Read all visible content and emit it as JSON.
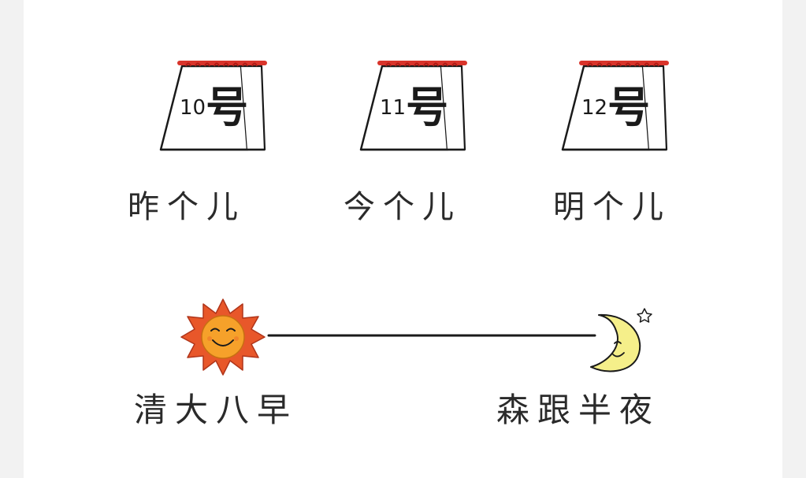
{
  "calendars": [
    {
      "number": "10",
      "unit": "号",
      "caption": "昨个儿"
    },
    {
      "number": "11",
      "unit": "号",
      "caption": "今个儿"
    },
    {
      "number": "12",
      "unit": "号",
      "caption": "明个儿"
    }
  ],
  "timeline": {
    "start_caption": "清大八早",
    "end_caption": "森跟半夜",
    "start_icon": "sun-icon",
    "end_icon": "crescent-moon-icon"
  },
  "colors": {
    "calendar_ring": "#d9342b",
    "sun_rays": "#e8572a",
    "sun_face": "#f6a12a",
    "moon": "#f5ef8a",
    "ink": "#1a1a1a"
  }
}
